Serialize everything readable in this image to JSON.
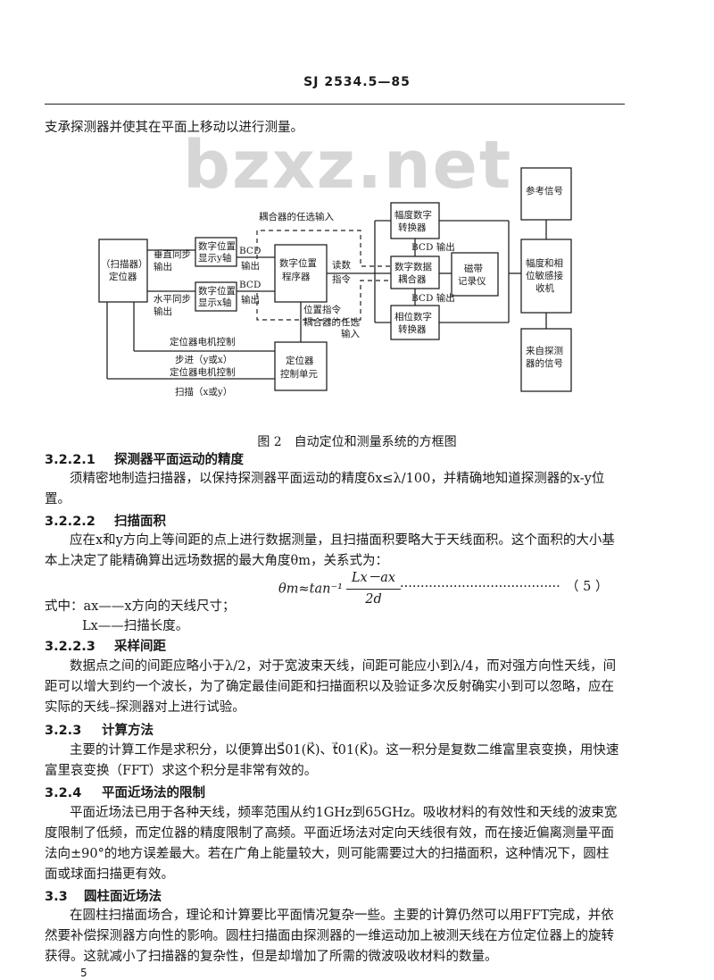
{
  "header": {
    "code": "SJ 2534.5—85"
  },
  "watermark": "bzxz.net",
  "intro": "支承探测器并使其在平面上移动以进行测量。",
  "figure": {
    "caption": "图 2　自动定位和测量系统的方框图",
    "labels": {
      "scanner1": "（扫描器）",
      "scanner2": "定位器",
      "vsync1": "垂直同步",
      "vsync2": "输出",
      "hsync1": "水平同步",
      "hsync2": "输出",
      "ydisp1": "数字位置",
      "ydisp2": "显示y轴",
      "xdisp1": "数字位置",
      "xdisp2": "显示x轴",
      "bcd_out_1a": "BCD",
      "bcd_out_1b": "输出",
      "bcd_out_2a": "BCD",
      "bcd_out_2b": "输出",
      "prog1": "数字位置",
      "prog2": "程序器",
      "coupler_opt_in_top": "耦合器的任选输入",
      "read1": "读数",
      "read2": "指令",
      "pos_cmd": "位置指令",
      "coupler_opt_in_bottom1": "耦合器的任选",
      "coupler_opt_in_bottom2": "输入",
      "amp_conv1": "幅度数字",
      "amp_conv2": "转换器",
      "bcd_out_amp": "BCD 输出",
      "coupler1": "数字数据",
      "coupler2": "耦合器",
      "tape1": "磁带",
      "tape2": "记录仪",
      "bcd_out_phase": "BCD 输出",
      "phase_conv1": "相位数字",
      "phase_conv2": "转换器",
      "ref_signal": "参考信号",
      "receiver1": "幅度和相",
      "receiver2": "位敏感接",
      "receiver3": "收机",
      "probe_signal1": "来自探测",
      "probe_signal2": "器的信号",
      "motor_step1": "定位器电机控制",
      "motor_step2": "步进（y或x）",
      "ctrl1": "定位器",
      "ctrl2": "控制单元",
      "motor_scan1": "定位器电机控制",
      "motor_scan2": "扫描（x或y）"
    }
  },
  "s3221": {
    "num": "3.2.2.1",
    "title": "探测器平面运动的精度",
    "line1": "须精密地制造扫描器，以保持探测器平面运动的精度δx≤λ/100，并精确地知道探测器的x-y位",
    "line2": "置。"
  },
  "s3222": {
    "num": "3.2.2.2",
    "title": "扫描面积",
    "line1": "应在x和y方向上等间距的点上进行数据测量，且扫描面积要略大于天线面积。这个面积的大小基",
    "line2": "本上决定了能精确算出远场数据的最大角度θm，关系式为：",
    "formula_lhs": "θm≈tan⁻¹",
    "formula_num": "Lx－ax",
    "formula_den": "2d",
    "formula_dots": "·······································",
    "formula_no": "（ 5 ）",
    "where1": "式中：ax——x方向的天线尺寸；",
    "where2": "Lx——扫描长度。"
  },
  "s3223": {
    "num": "3.2.2.3",
    "title": "采样间距",
    "line1": "数据点之间的间距应略小于λ/2，对于宽波束天线，间距可能应小到λ/4，而对强方向性天线，间",
    "line2": "距可以增大到约一个波长，为了确定最佳间距和扫描面积以及验证多次反射确实小到可以忽略，应在",
    "line3": "实际的天线–探测器对上进行试验。"
  },
  "s323": {
    "num": "3.2.3",
    "title": "计算方法",
    "line1": "主要的计算工作是求积分，以便算出S⃗01(K⃗)、t⃗01(K⃗)。这一积分是复数二维富里哀变换，用快速",
    "line2": "富里哀变换（FFT）求这个积分是非常有效的。"
  },
  "s324": {
    "num": "3.2.4",
    "title": "平面近场法的限制",
    "line1": "平面近场法已用于各种天线，频率范围从约1GHz到65GHz。吸收材料的有效性和天线的波束宽",
    "line2": "度限制了低频，而定位器的精度限制了高频。平面近场法对定向天线很有效，而在接近偏离测量平面",
    "line3": "法向±90°的地方误差最大。若在广角上能量较大，则可能需要过大的扫描面积，这种情况下，圆柱",
    "line4": "面或球面扫描更有效。"
  },
  "s33": {
    "num": "3.3",
    "title": "圆柱面近场法",
    "line1": "在圆柱扫描面场合，理论和计算要比平面情况复杂一些。主要的计算仍然可以用FFT完成，并依",
    "line2": "然要补偿探测器方向性的影响。圆柱扫描面由探测器的一维运动加上被测天线在方位定位器上的旋转",
    "line3": "获得。这就减小了扫描器的复杂性，但是却增加了所需的微波吸收材料的数量。"
  },
  "page_number": "5"
}
